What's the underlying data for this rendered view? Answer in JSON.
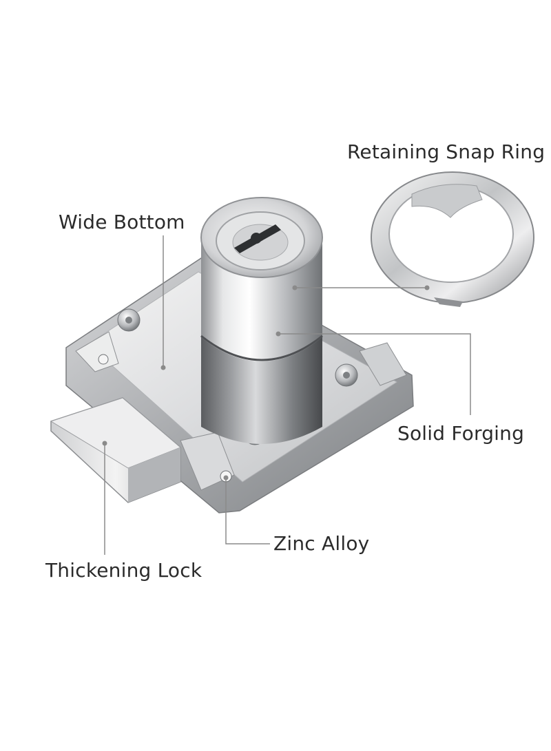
{
  "labels": {
    "retaining_snap_ring": "Retaining Snap Ring",
    "wide_bottom": "Wide Bottom",
    "solid_forging": "Solid Forging",
    "zinc_alloy": "Zinc Alloy",
    "thickening_lock": "Thickening Lock"
  },
  "colors": {
    "background": "#ffffff",
    "leader_line": "#8a8a8a",
    "label_text": "#2b2b2b",
    "chrome_light": "#f2f2f2",
    "chrome_mid": "#c4c6c8",
    "chrome_dark": "#6e7073"
  }
}
